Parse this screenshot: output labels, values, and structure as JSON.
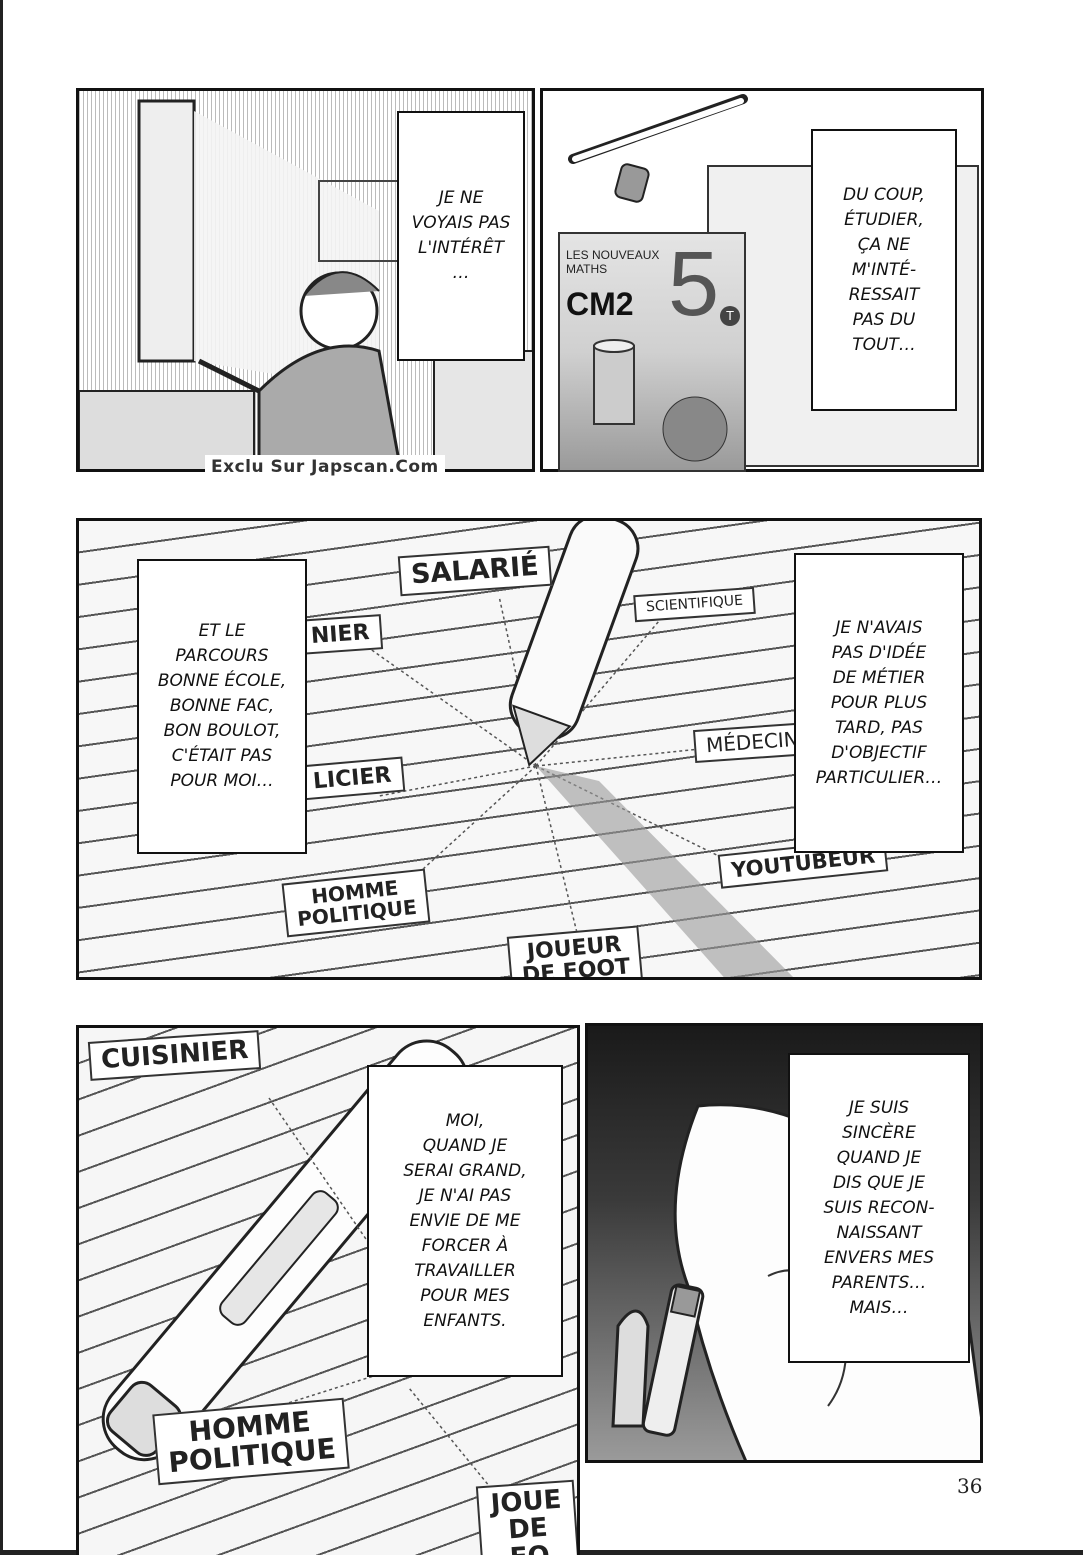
{
  "captions": {
    "p1": "JE NE\nVOYAIS PAS\nL'INTÉRÊT\n…",
    "p2": "DU COUP,\nÉTUDIER,\nÇA NE\nM'INTÉ-\nRESSAIT\nPAS DU\nTOUT…",
    "p3_left": "ET LE\nPARCOURS\nBONNE ÉCOLE,\nBONNE FAC,\nBON BOULOT,\nC'ÉTAIT PAS\nPOUR MOI…",
    "p3_right": "JE N'AVAIS\nPAS D'IDÉE\nDE MÉTIER\nPOUR PLUS\nTARD, PAS\nD'OBJECTIF\nPARTICULIER…",
    "p4": "MOI,\nQUAND JE\nSERAI GRAND,\nJE N'AI PAS\nENVIE DE ME\nFORCER À\nTRAVAILLER\nPOUR MES\nENFANTS.",
    "p5": "JE SUIS\nSINCÈRE\nQUAND JE\nDIS QUE JE\nSUIS RECON-\nNAISSANT\nENVERS MES\nPARENTS…\nMAIS…"
  },
  "book": {
    "publisher": "LES NOUVEAUX\nMATHS",
    "grade": "CM2",
    "number": "5",
    "logo": "T"
  },
  "job_labels_p3": {
    "salarie": "SALARIÉ",
    "scientifique": "SCIENTIFIQUE",
    "cuisinier_partial": "NIER",
    "medecin": "MÉDECIN",
    "policier_partial": "LICIER",
    "youtubeur": "YOUTUBEUR",
    "homme_politique": "HOMME\nPOLITIQUE",
    "joueur_de_foot": "JOUEUR\nDE FOOT"
  },
  "job_labels_p4": {
    "cuisinier": "CUISINIER",
    "homme_politique": "HOMME\nPOLITIQUE",
    "joueur_partial": "JOUE\nDE FO"
  },
  "watermark": "Exclu Sur Japscan.Com",
  "page_number": "36"
}
